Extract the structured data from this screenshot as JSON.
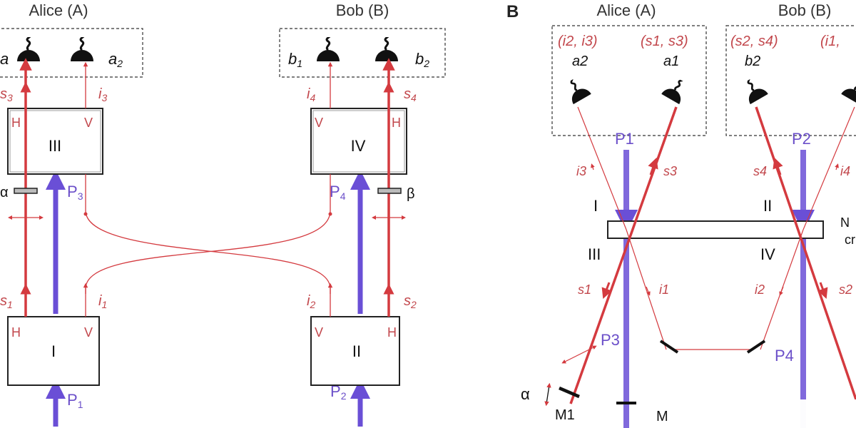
{
  "panelA": {
    "alice_title": "Alice (A)",
    "bob_title": "Bob (B)",
    "det_a1": "a",
    "det_a2": "a",
    "det_a2_sub": "2",
    "det_b1": "b",
    "det_b1_sub": "1",
    "det_b2": "b",
    "det_b2_sub": "2",
    "box_I": "I",
    "box_II": "II",
    "box_III": "III",
    "box_IV": "IV",
    "pol_H": "H",
    "pol_V": "V",
    "alpha": "α",
    "beta": "β",
    "pumps": {
      "P1": "P",
      "P1_sub": "1",
      "P2": "P",
      "P2_sub": "2",
      "P3": "P",
      "P3_sub": "3",
      "P4": "P",
      "P4_sub": "4"
    },
    "modes": {
      "s1": "s",
      "s1_sub": "1",
      "i1": "i",
      "i1_sub": "1",
      "s2": "s",
      "s2_sub": "2",
      "i2": "i",
      "i2_sub": "2",
      "s3": "s",
      "s3_sub": "3",
      "i3": "i",
      "i3_sub": "3",
      "s4": "s",
      "s4_sub": "4",
      "i4": "i",
      "i4_sub": "4"
    }
  },
  "panelB": {
    "panel_label": "B",
    "alice_title": "Alice (A)",
    "bob_title": "Bob (B)",
    "alice_modes_left": "(i2, i3)",
    "alice_modes_right": "(s1, s3)",
    "bob_modes_left": "(s2, s4)",
    "bob_modes_right": "(i1,",
    "det_a2": "a2",
    "det_a1": "a1",
    "det_b2": "b2",
    "crystal_label_1": "N",
    "crystal_label_2": "cr",
    "region_I": "I",
    "region_II": "II",
    "region_III": "III",
    "region_IV": "IV",
    "P1": "P1",
    "P2": "P2",
    "P3": "P3",
    "P4": "P4",
    "i3": "i3",
    "s3": "s3",
    "s4": "s4",
    "i4": "i4",
    "s1": "s1",
    "i1": "i1",
    "i2": "i2",
    "s2": "s2",
    "alpha": "α",
    "M1": "M1",
    "M2": "M"
  },
  "colors": {
    "signal": "#d43a3f",
    "pump": "#6a4fd6",
    "frame": "#333333"
  }
}
